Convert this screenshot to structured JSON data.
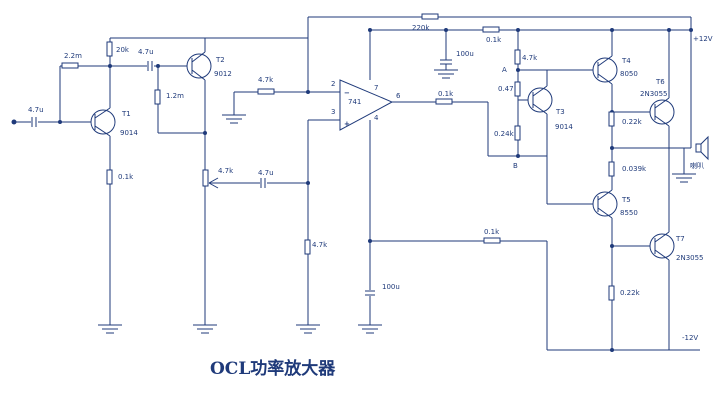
{
  "title": "OCL功率放大器",
  "supply": {
    "positive": "+12V",
    "negative": "-12V"
  },
  "resistors": [
    "2.2m",
    "20k",
    "1.2m",
    "0.1k",
    "4.7k",
    "4.7k",
    "220k",
    "0.1k",
    "0.1k",
    "4.7k",
    "0.47",
    "0.24k",
    "4.7k",
    "0.22k",
    "0.039k",
    "0.22k",
    "0.1k"
  ],
  "capacitors": [
    "4.7u",
    "4.7u",
    "4.7u",
    "100u",
    "100u"
  ],
  "transistors": [
    {
      "ref": "T1",
      "type": "9014"
    },
    {
      "ref": "T2",
      "type": "9012"
    },
    {
      "ref": "T3",
      "type": "9014"
    },
    {
      "ref": "T4",
      "type": "8050"
    },
    {
      "ref": "T5",
      "type": "8550"
    },
    {
      "ref": "T6",
      "type": "2N3055"
    },
    {
      "ref": "T7",
      "type": "2N3055"
    }
  ],
  "opamp": {
    "name": "741",
    "pins": [
      "2",
      "3",
      "6",
      "7",
      "4"
    ],
    "minus": "−",
    "plus": "+"
  },
  "nodes": [
    "A",
    "B"
  ],
  "speaker_label": "喇叭"
}
